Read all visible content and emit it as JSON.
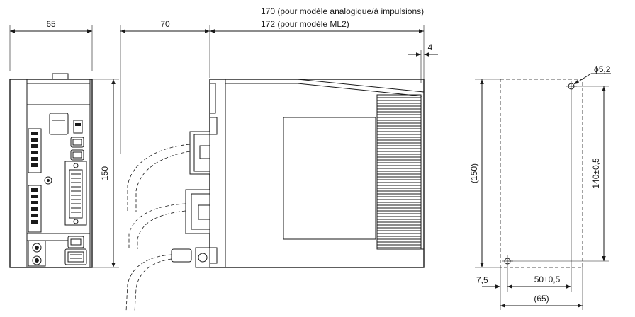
{
  "dimensions": {
    "front_width": "65",
    "front_height": "150",
    "cable_clearance": "70",
    "depth_analog": "170 (pour modèle analogique/à impulsions)",
    "depth_ml2": "172 (pour modèle ML2)",
    "fin_offset": "4",
    "hole_diameter": "ϕ5,2",
    "mount_height_ref": "(150)",
    "hole_vertical_pitch": "140±0,5",
    "hole_edge_offset": "7,5",
    "hole_horizontal_pitch": "50±0,5",
    "mount_width_ref": "(65)"
  },
  "colors": {
    "line": "#1a1a1a",
    "fill": "#ffffff",
    "shade": "#cfcfcf"
  }
}
